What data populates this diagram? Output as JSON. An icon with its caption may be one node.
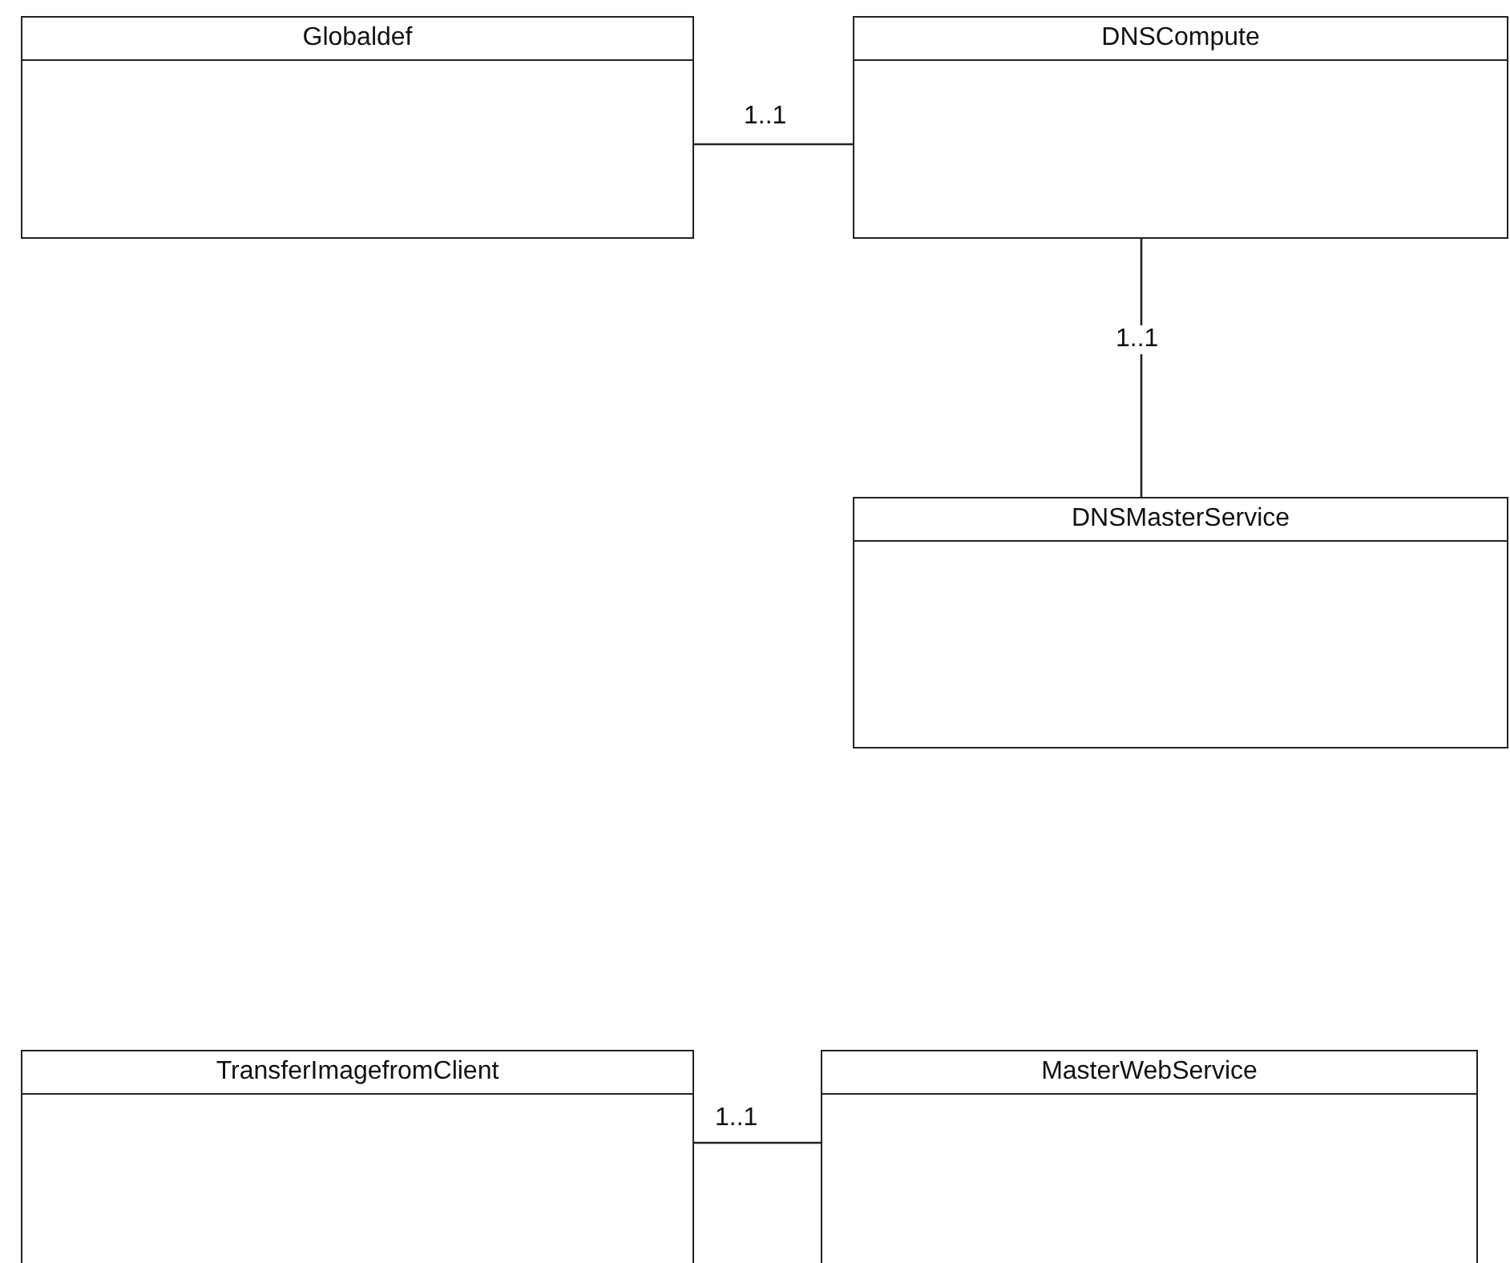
{
  "diagram": {
    "nodes": [
      {
        "text": [
          "Globaldef"
        ]
      },
      {
        "text": [
          "DNSCompute"
        ]
      },
      {
        "text": [
          "DNSMasterService"
        ]
      },
      {
        "text": [
          "TransferImagefromClient"
        ]
      },
      {
        "text": [
          "MasterWebService"
        ]
      }
    ],
    "edges": [
      {
        "from": 0,
        "to": 1,
        "arrow": "none",
        "label": "1..1"
      },
      {
        "from": 1,
        "to": 2,
        "arrow": "none",
        "label": "1..1"
      },
      {
        "from": 3,
        "to": 4,
        "arrow": "none",
        "label": "1..1"
      }
    ]
  }
}
